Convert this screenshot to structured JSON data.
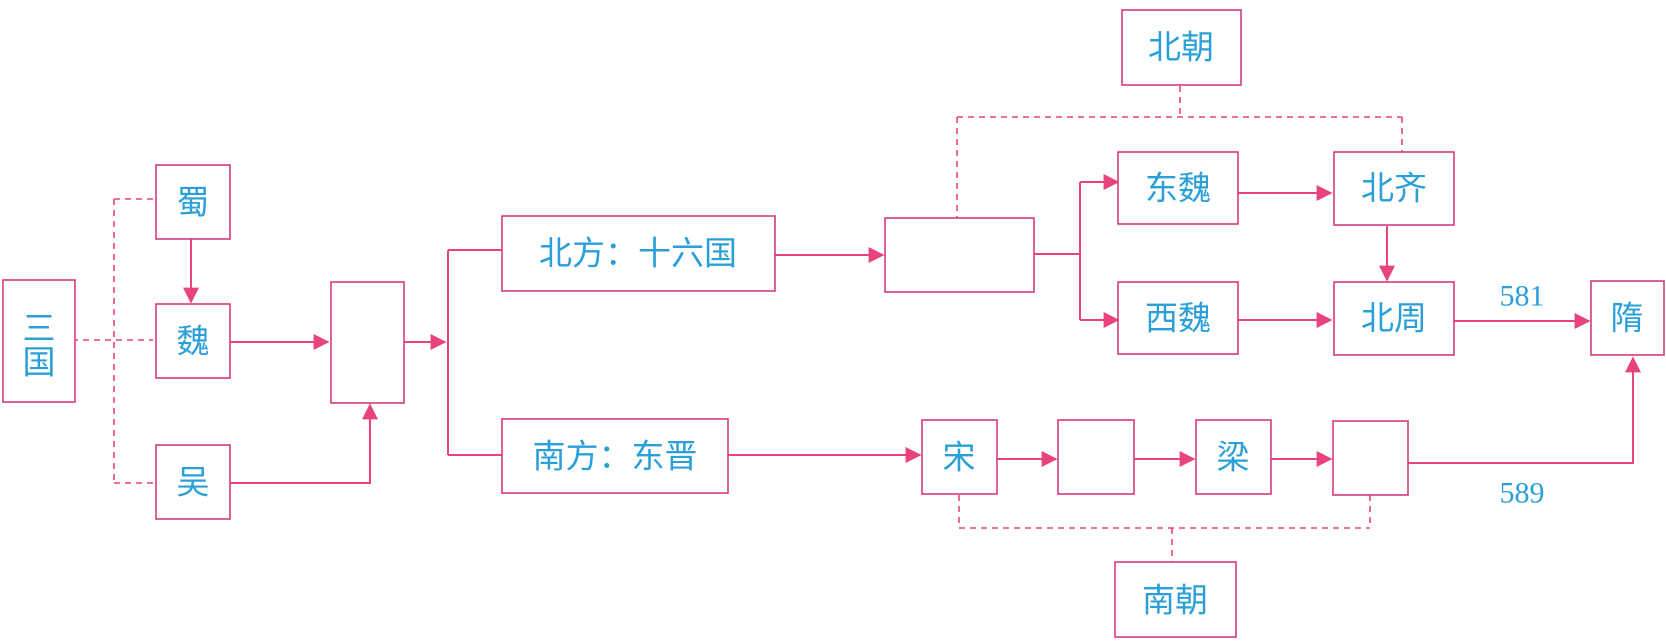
{
  "colors": {
    "box_border": "#d63a7e",
    "line": "#e8437f",
    "text": "#2a9fd8"
  },
  "nodes": {
    "san_guo_1": "三",
    "san_guo_2": "国",
    "shu": "蜀",
    "wei": "魏",
    "wu": "吴",
    "jin": "",
    "north_16": "北方：十六国",
    "south_dongjin": "南方：东晋",
    "north_unified": "",
    "dong_wei": "东魏",
    "xi_wei": "西魏",
    "bei_qi": "北齐",
    "bei_zhou": "北周",
    "sui": "隋",
    "song": "宋",
    "qi": "",
    "liang": "梁",
    "chen": "",
    "bei_chao": "北朝",
    "nan_chao": "南朝"
  },
  "years": {
    "north_to_sui": "581",
    "south_to_sui": "589"
  }
}
